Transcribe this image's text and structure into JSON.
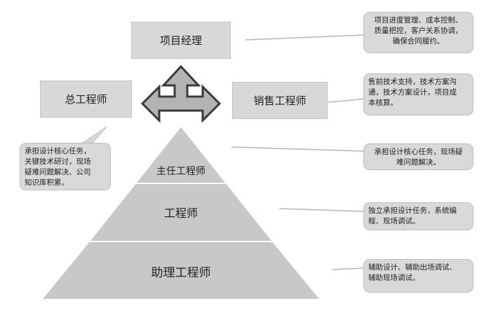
{
  "roles": {
    "project_manager": "项目经理",
    "chief_engineer": "总工程师",
    "sales_engineer": "销售工程师",
    "principal_engineer": "主任工程师",
    "engineer": "工程师",
    "assistant_engineer": "助理工程师"
  },
  "descriptions": {
    "project_manager": "项目进度管理、成本控制、\n质量把控，客户关系协调，\n确保合同履约。",
    "sales_engineer": "售前技术支持，技术方案沟\n通，技术方案设计，项目成\n本核算。",
    "chief_engineer": "承担设计核心任务，\n关键技术研讨，现场\n疑难问题解决、公司\n知识库积累。",
    "principal_engineer": "承担设计核心任务，现场疑\n难问题解决。",
    "engineer": "独立承担设计任务，系统编\n程、现场调试。",
    "assistant_engineer": "辅助设计、辅助出场调试、\n辅助现场调试。"
  },
  "colors": {
    "box_fill": "#d8d8d8",
    "pyramid_fill": "#c8c8c8",
    "arrow_fill": "#b3b3b3",
    "arrow_stroke": "#3a3a3a"
  }
}
